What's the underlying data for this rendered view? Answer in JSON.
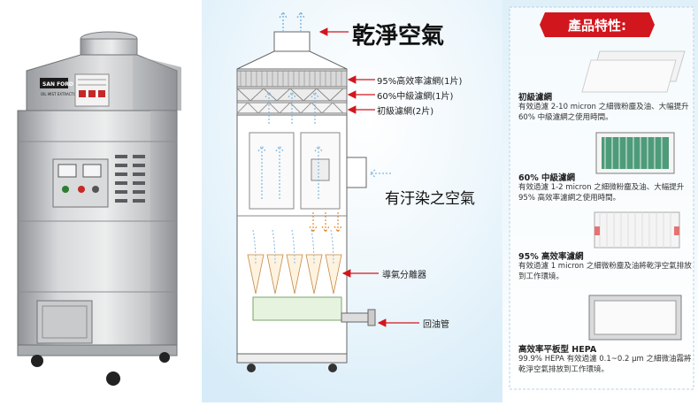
{
  "product": {
    "brand": "SAN FORD",
    "model": "OIL MIST EXTRACTOR"
  },
  "diagram": {
    "clean_air": "乾淨空氣",
    "hepa_label": "95%高效率濾網(1片)",
    "medium_label": "60%中級濾網(1片)",
    "primary_label": "初級濾網(2片)",
    "polluted_air": "有汙染之空氣",
    "separator_label": "導氣分離器",
    "oil_return_label": "回油管"
  },
  "features": {
    "header": "產品特性:",
    "items": [
      {
        "title": "初級濾網",
        "desc": "有效過濾 2-10 micron 之細微粉塵及油、大幅提升 60% 中級濾網之使用時間。"
      },
      {
        "title": "60% 中級濾網",
        "desc": "有效過濾 1-2 micron 之細微粉塵及油、大幅提升 95% 高效率濾網之使用時間。"
      },
      {
        "title": "95% 高效率濾網",
        "desc": "有效過濾 1 micron 之細微粉塵及油將乾淨空氣排放到工作環境。"
      },
      {
        "title": "高效率平板型 HEPA",
        "desc": "99.9% HEPA 有效過濾 0.1~0.2 μm 之細微油霧將乾淨空氣排放到工作環境。"
      }
    ]
  },
  "colors": {
    "accent_red": "#d2161e",
    "sky_blue": "#dff0f9",
    "arrow_blue": "#7fb7e0",
    "arrow_orange": "#e88a2a"
  }
}
